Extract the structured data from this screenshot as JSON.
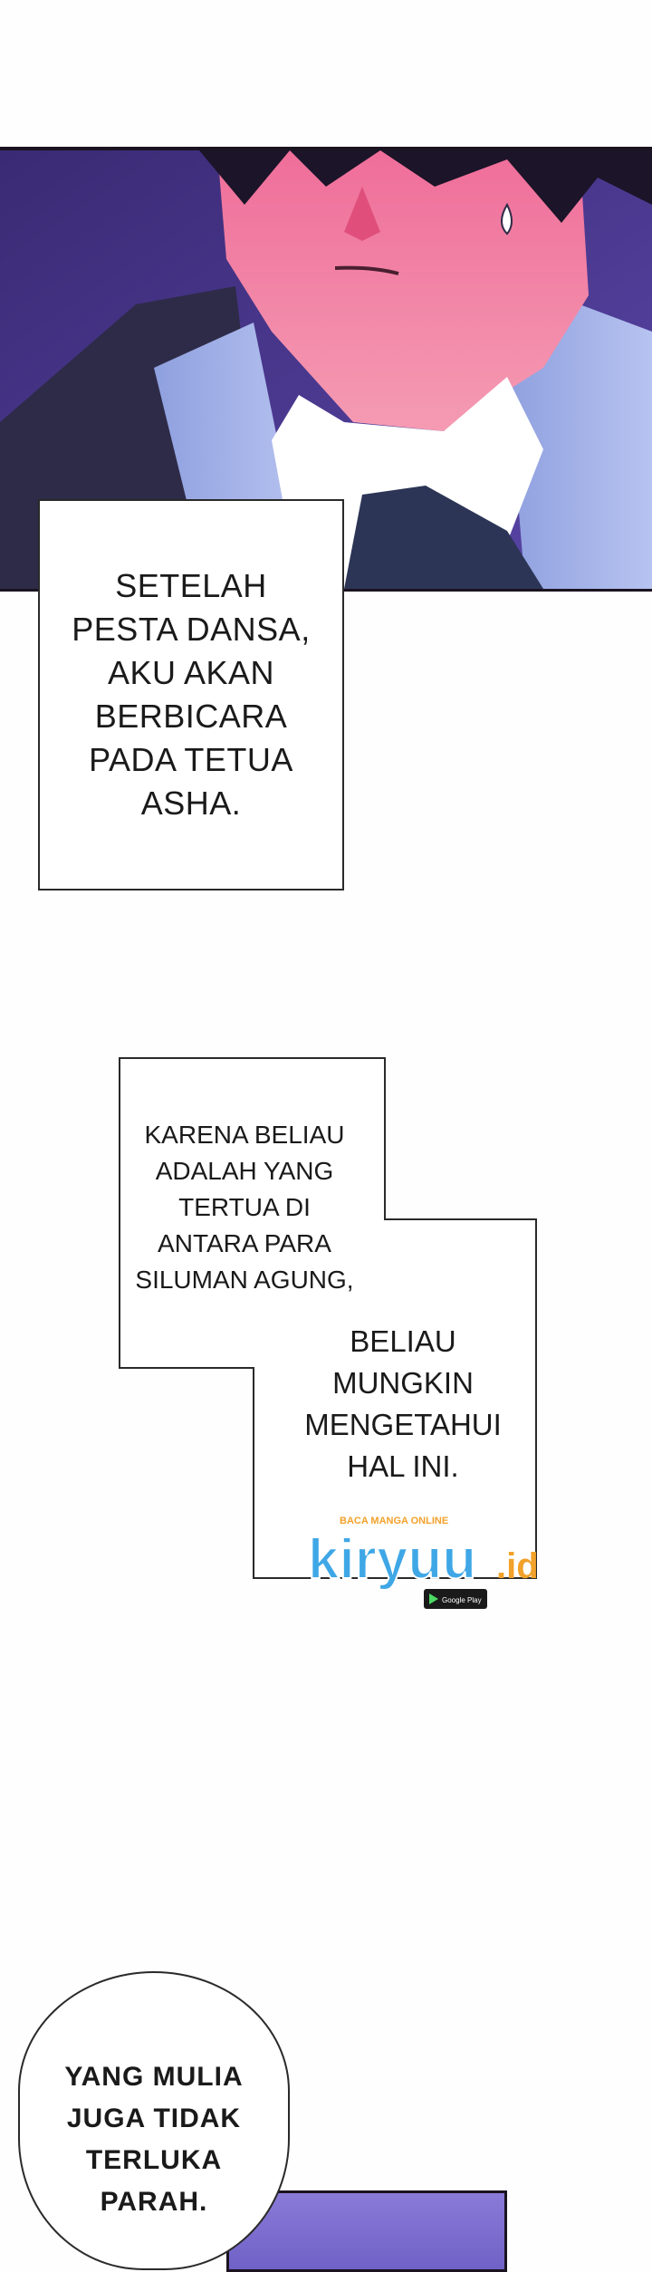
{
  "panel1": {
    "caption": "SETELAH\nPESTA DANSA,\nAKU AKAN\nBERBICARA\nPADA TETUA\nASHA."
  },
  "panel2": {
    "caption_part1": "KARENA BELIAU\nADALAH YANG\nTERTUA DI\nANTARA PARA\nSILUMAN AGUNG,",
    "caption_part2": "BELIAU\nMUNGKIN\nMENGETAHUI\nHAL INI."
  },
  "watermark": {
    "tagline": "BACA MANGA ONLINE",
    "brand": "kiryuu",
    "suffix": ".id",
    "badge": "Google Play"
  },
  "panel3": {
    "speech": "YANG MULIA\nJUGA TIDAK\nTERLUKA\nPARAH."
  }
}
